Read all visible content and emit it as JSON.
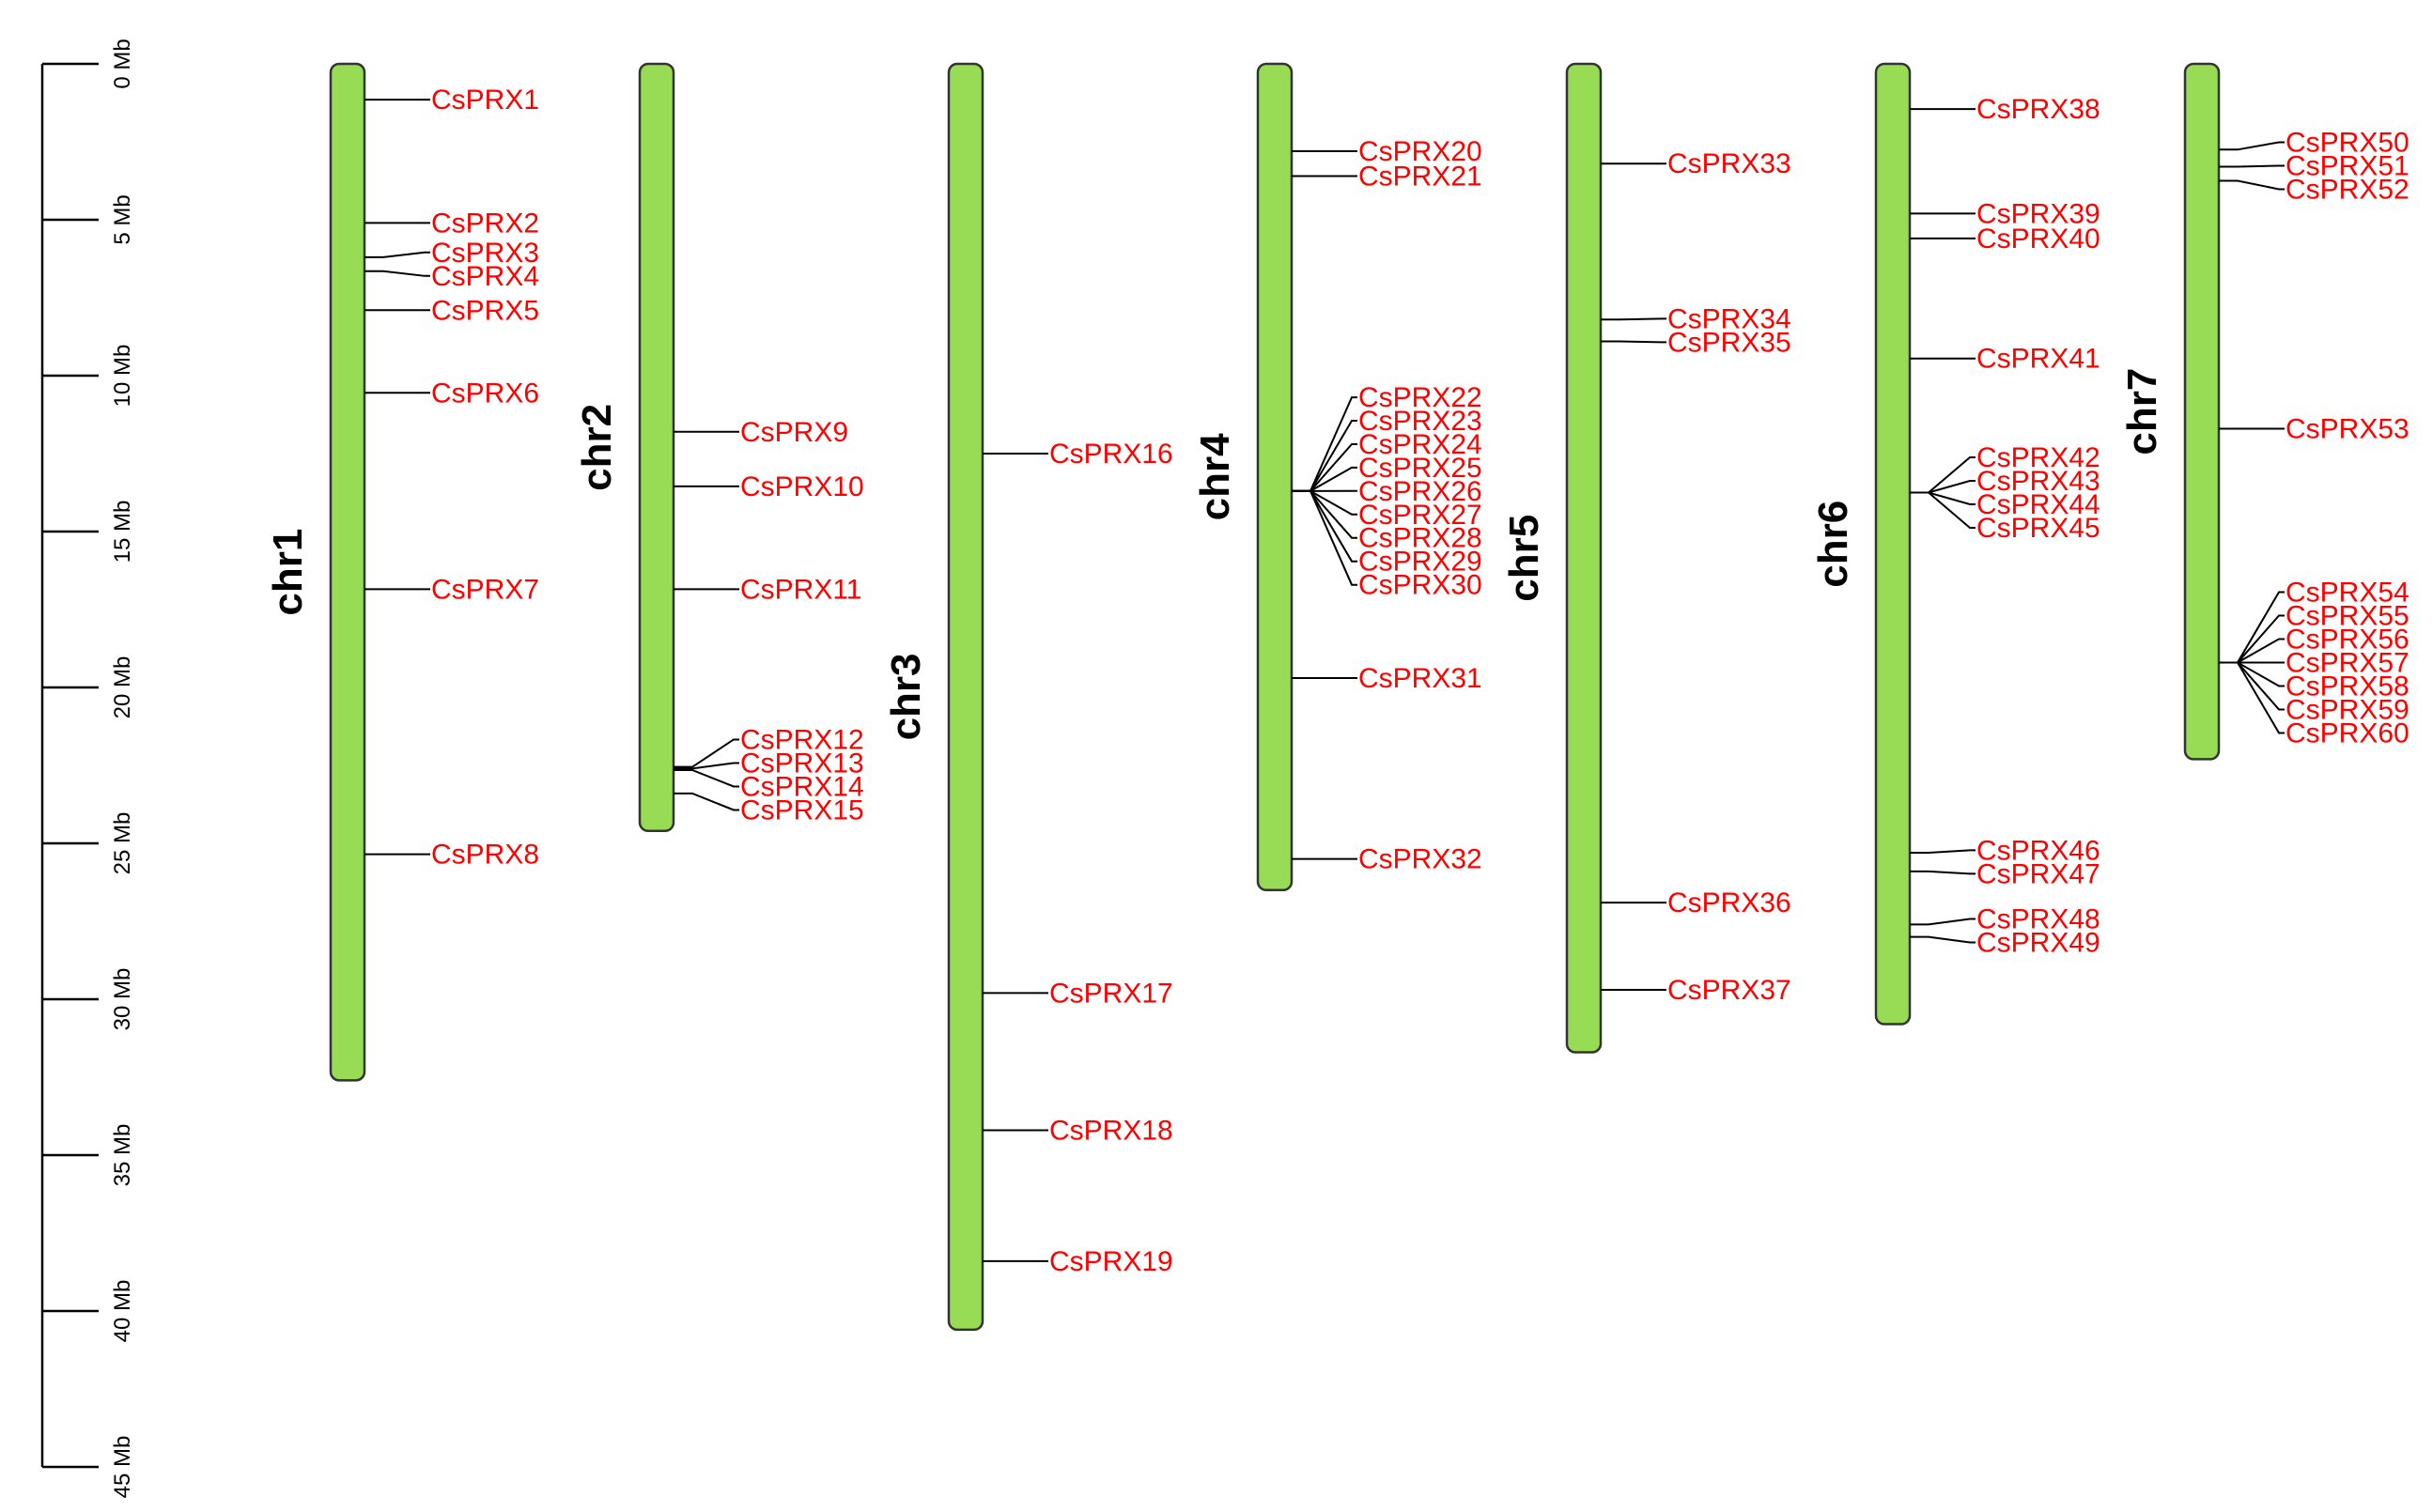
{
  "colors": {
    "chromosome_fill": "#98dc55",
    "gene_label": "#ff0000",
    "line": "#000000"
  },
  "scale": {
    "unit": "Mb",
    "ticks": [
      {
        "value": 0,
        "label": "0 Mb"
      },
      {
        "value": 5,
        "label": "5 Mb"
      },
      {
        "value": 10,
        "label": "10 Mb"
      },
      {
        "value": 15,
        "label": "15 Mb"
      },
      {
        "value": 20,
        "label": "20 Mb"
      },
      {
        "value": 25,
        "label": "25 Mb"
      },
      {
        "value": 30,
        "label": "30 Mb"
      },
      {
        "value": 35,
        "label": "35 Mb"
      },
      {
        "value": 40,
        "label": "40 Mb"
      },
      {
        "value": 45,
        "label": "45 Mb"
      }
    ]
  },
  "chromosomes": [
    {
      "name": "chr1",
      "length_mb": 32.6,
      "genes": [
        {
          "name": "CsPRX1",
          "pos": 1.15
        },
        {
          "name": "CsPRX2",
          "pos": 5.1
        },
        {
          "name": "CsPRX3",
          "pos": 6.2
        },
        {
          "name": "CsPRX4",
          "pos": 6.65
        },
        {
          "name": "CsPRX5",
          "pos": 7.9
        },
        {
          "name": "CsPRX6",
          "pos": 10.55
        },
        {
          "name": "CsPRX7",
          "pos": 16.85
        },
        {
          "name": "CsPRX8",
          "pos": 25.35
        }
      ]
    },
    {
      "name": "chr2",
      "length_mb": 24.6,
      "genes": [
        {
          "name": "CsPRX9",
          "pos": 11.8
        },
        {
          "name": "CsPRX10",
          "pos": 13.55
        },
        {
          "name": "CsPRX11",
          "pos": 16.85
        },
        {
          "name": "CsPRX12",
          "pos": 22.55
        },
        {
          "name": "CsPRX13",
          "pos": 22.6
        },
        {
          "name": "CsPRX14",
          "pos": 22.65
        },
        {
          "name": "CsPRX15",
          "pos": 23.4
        }
      ]
    },
    {
      "name": "chr3",
      "length_mb": 40.6,
      "genes": [
        {
          "name": "CsPRX16",
          "pos": 12.5
        },
        {
          "name": "CsPRX17",
          "pos": 29.8
        },
        {
          "name": "CsPRX18",
          "pos": 34.2
        },
        {
          "name": "CsPRX19",
          "pos": 38.4
        }
      ]
    },
    {
      "name": "chr4",
      "length_mb": 26.5,
      "genes": [
        {
          "name": "CsPRX20",
          "pos": 2.8
        },
        {
          "name": "CsPRX21",
          "pos": 3.6
        },
        {
          "name": "CsPRX22",
          "pos": 13.7
        },
        {
          "name": "CsPRX23",
          "pos": 13.7
        },
        {
          "name": "CsPRX24",
          "pos": 13.7
        },
        {
          "name": "CsPRX25",
          "pos": 13.7
        },
        {
          "name": "CsPRX26",
          "pos": 13.7
        },
        {
          "name": "CsPRX27",
          "pos": 13.7
        },
        {
          "name": "CsPRX28",
          "pos": 13.7
        },
        {
          "name": "CsPRX29",
          "pos": 13.7
        },
        {
          "name": "CsPRX30",
          "pos": 13.7
        },
        {
          "name": "CsPRX31",
          "pos": 19.7
        },
        {
          "name": "CsPRX32",
          "pos": 25.5
        }
      ]
    },
    {
      "name": "chr5",
      "length_mb": 31.7,
      "genes": [
        {
          "name": "CsPRX33",
          "pos": 3.2
        },
        {
          "name": "CsPRX34",
          "pos": 8.2
        },
        {
          "name": "CsPRX35",
          "pos": 8.9
        },
        {
          "name": "CsPRX36",
          "pos": 26.9
        },
        {
          "name": "CsPRX37",
          "pos": 29.7
        }
      ]
    },
    {
      "name": "chr6",
      "length_mb": 30.8,
      "genes": [
        {
          "name": "CsPRX38",
          "pos": 1.45
        },
        {
          "name": "CsPRX39",
          "pos": 4.8
        },
        {
          "name": "CsPRX40",
          "pos": 5.6
        },
        {
          "name": "CsPRX41",
          "pos": 9.45
        },
        {
          "name": "CsPRX42",
          "pos": 13.75
        },
        {
          "name": "CsPRX43",
          "pos": 13.75
        },
        {
          "name": "CsPRX44",
          "pos": 13.75
        },
        {
          "name": "CsPRX45",
          "pos": 13.75
        },
        {
          "name": "CsPRX46",
          "pos": 25.3
        },
        {
          "name": "CsPRX47",
          "pos": 25.9
        },
        {
          "name": "CsPRX48",
          "pos": 27.6
        },
        {
          "name": "CsPRX49",
          "pos": 28.0
        }
      ]
    },
    {
      "name": "chr7",
      "length_mb": 22.3,
      "genes": [
        {
          "name": "CsPRX50",
          "pos": 2.75
        },
        {
          "name": "CsPRX51",
          "pos": 3.3
        },
        {
          "name": "CsPRX52",
          "pos": 3.75
        },
        {
          "name": "CsPRX53",
          "pos": 11.7
        },
        {
          "name": "CsPRX54",
          "pos": 19.2
        },
        {
          "name": "CsPRX55",
          "pos": 19.2
        },
        {
          "name": "CsPRX56",
          "pos": 19.2
        },
        {
          "name": "CsPRX57",
          "pos": 19.2
        },
        {
          "name": "CsPRX58",
          "pos": 19.2
        },
        {
          "name": "CsPRX59",
          "pos": 19.2
        },
        {
          "name": "CsPRX60",
          "pos": 19.2
        }
      ]
    }
  ]
}
